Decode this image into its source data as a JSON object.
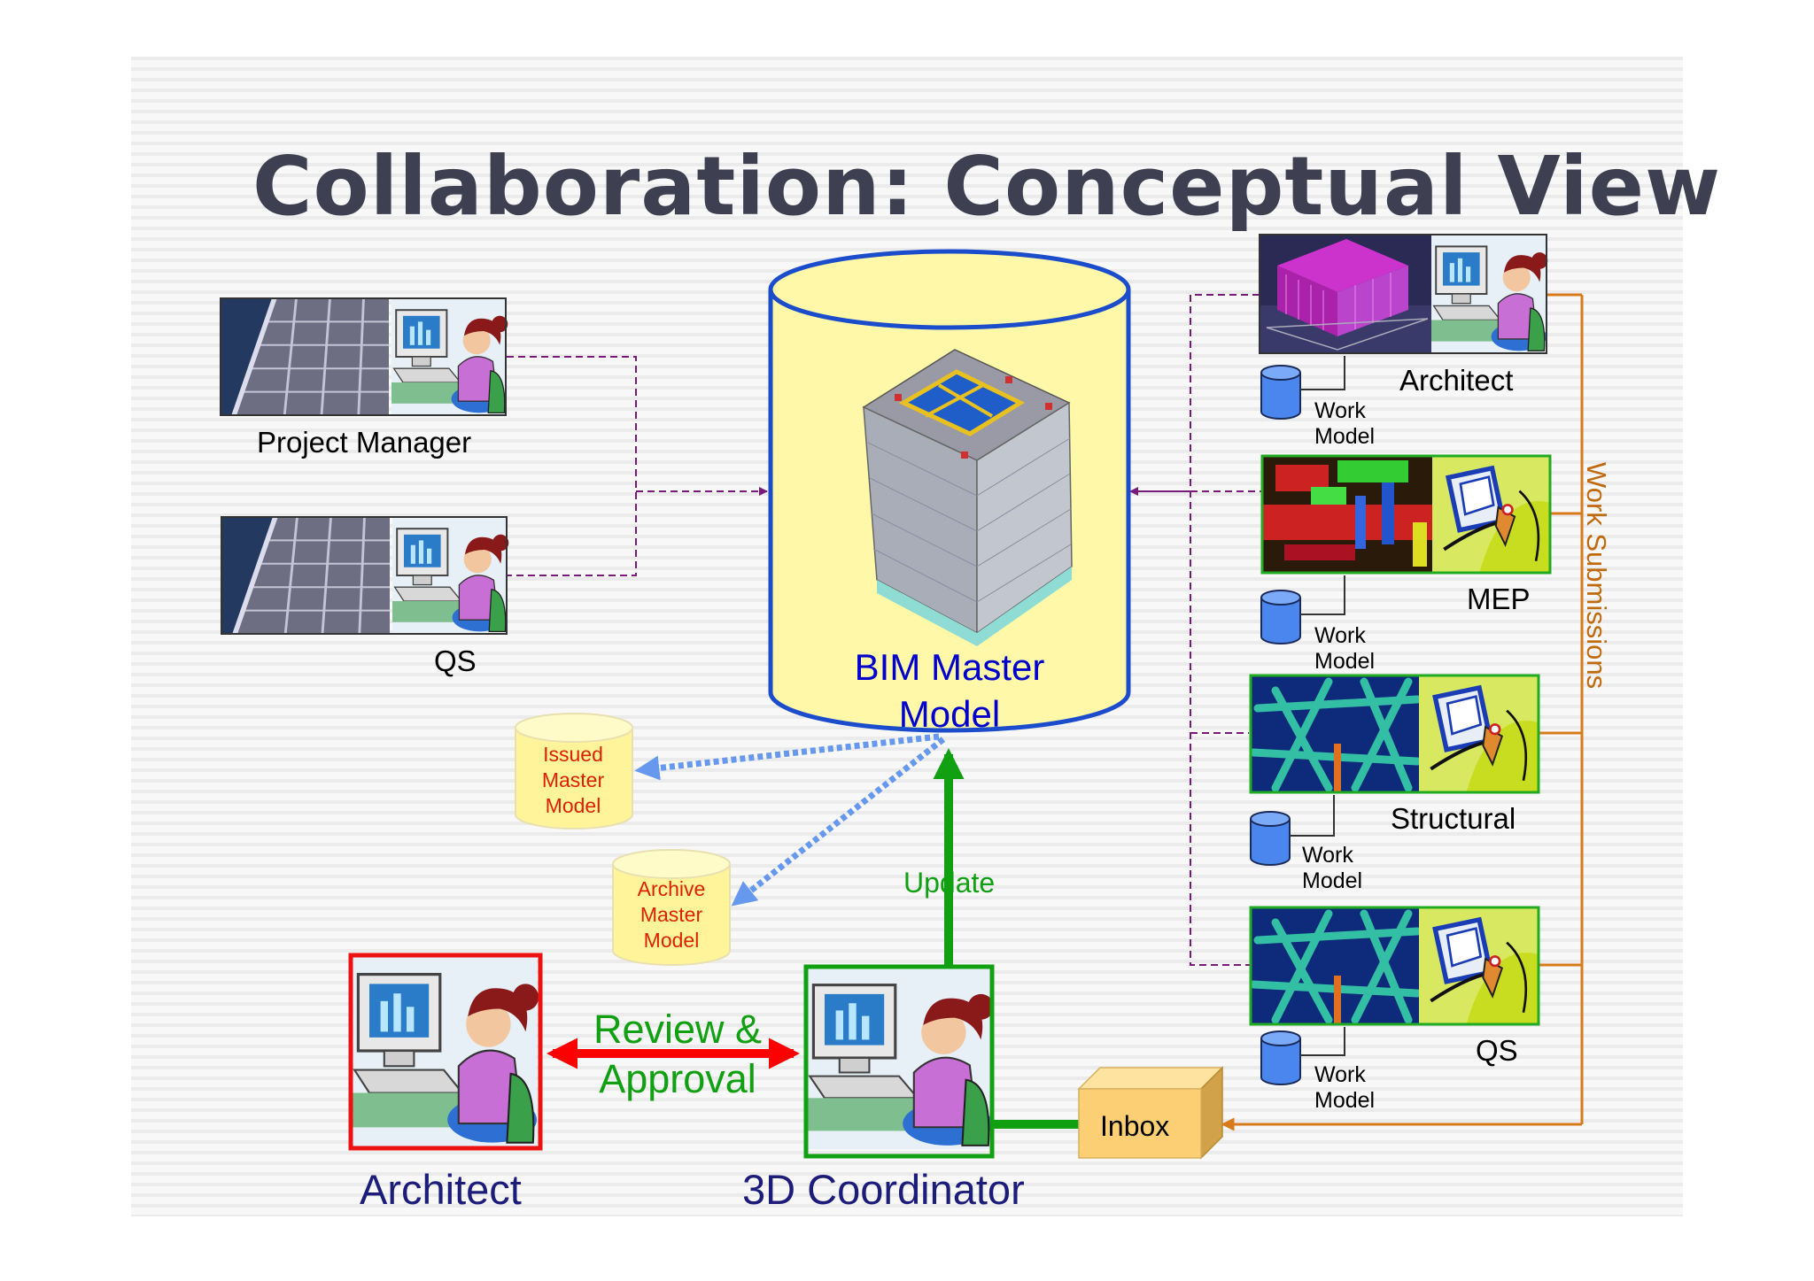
{
  "slide": {
    "title": "Collaboration: Conceptual View"
  },
  "left_roles": {
    "project_manager": "Project Manager",
    "qs": "QS"
  },
  "master": {
    "label_line1": "BIM Master",
    "label_line2": "Model"
  },
  "archives": {
    "issued": [
      "Issued",
      "Master",
      "Model"
    ],
    "archive": [
      "Archive",
      "Master",
      "Model"
    ]
  },
  "flow": {
    "update": "Update",
    "review_line1": "Review &",
    "review_line2": "Approval",
    "inbox": "Inbox",
    "work_submissions": "Work Submissions"
  },
  "bottom_roles": {
    "architect": "Architect",
    "coordinator": "3D Coordinator"
  },
  "disciplines": [
    {
      "name": "Architect",
      "work_line1": "Work",
      "work_line2": "Model"
    },
    {
      "name": "MEP",
      "work_line1": "Work",
      "work_line2": "Model"
    },
    {
      "name": "Structural",
      "work_line1": "Work",
      "work_line2": "Model"
    },
    {
      "name": "QS",
      "work_line1": "Work",
      "work_line2": "Model"
    }
  ],
  "colors": {
    "title": "#3e4052",
    "master_fill": "#fff8a8",
    "master_outline": "#1a4ccc",
    "review_arrow": "#ff0000",
    "update_arrow": "#11a011",
    "submission_line": "#d97a1a",
    "dashed_link": "#7a1a7a",
    "archive_link": "#6699ee"
  }
}
